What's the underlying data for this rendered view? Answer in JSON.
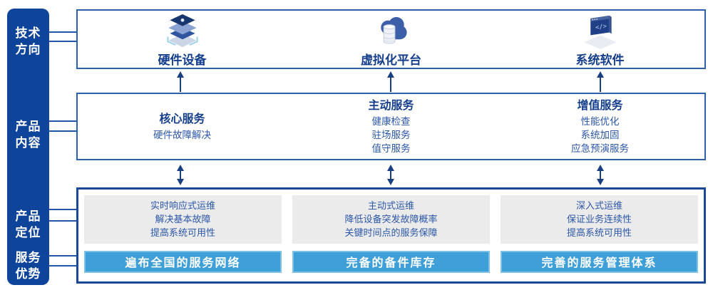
{
  "sidebar": {
    "items": [
      {
        "line1": "技术",
        "line2": "方向"
      },
      {
        "line1": "产品",
        "line2": "内容"
      },
      {
        "line1": "产品",
        "line2": "定位"
      },
      {
        "line1": "服务",
        "line2": "优势"
      }
    ]
  },
  "tech_row": {
    "items": [
      {
        "label": "硬件设备",
        "icon": "server-stack-icon"
      },
      {
        "label": "虚拟化平台",
        "icon": "cloud-database-icon"
      },
      {
        "label": "系统软件",
        "icon": "code-window-icon"
      }
    ]
  },
  "content_row": {
    "columns": [
      {
        "title": "核心服务",
        "items": [
          "硬件故障解决"
        ]
      },
      {
        "title": "主动服务",
        "items": [
          "健康检查",
          "驻场服务",
          "值守服务"
        ]
      },
      {
        "title": "增值服务",
        "items": [
          "性能优化",
          "系统加固",
          "应急预演服务"
        ]
      }
    ]
  },
  "bottom_row": {
    "columns": [
      {
        "positioning": [
          "实时响应式运维",
          "解决基本故障",
          "提高系统可用性"
        ],
        "advantage": "遍布全国的服务网络"
      },
      {
        "positioning": [
          "主动式运维",
          "降低设备突发故障概率",
          "关键时间点的服务保障"
        ],
        "advantage": "完备的备件库存"
      },
      {
        "positioning": [
          "深入式运维",
          "保证业务连续性",
          "提高系统可用性"
        ],
        "advantage": "完善的服务管理体系"
      }
    ]
  },
  "colors": {
    "sidebar_bg": "#0e4499",
    "box_border": "#2d60aa",
    "bottom_box_border": "#1a4796",
    "advantage_bar": "#3f9fd8",
    "text_primary": "#153f8c",
    "text_secondary": "#2c57a7",
    "card_bg": "#ebebeb",
    "arrow": "#1a3f80"
  }
}
